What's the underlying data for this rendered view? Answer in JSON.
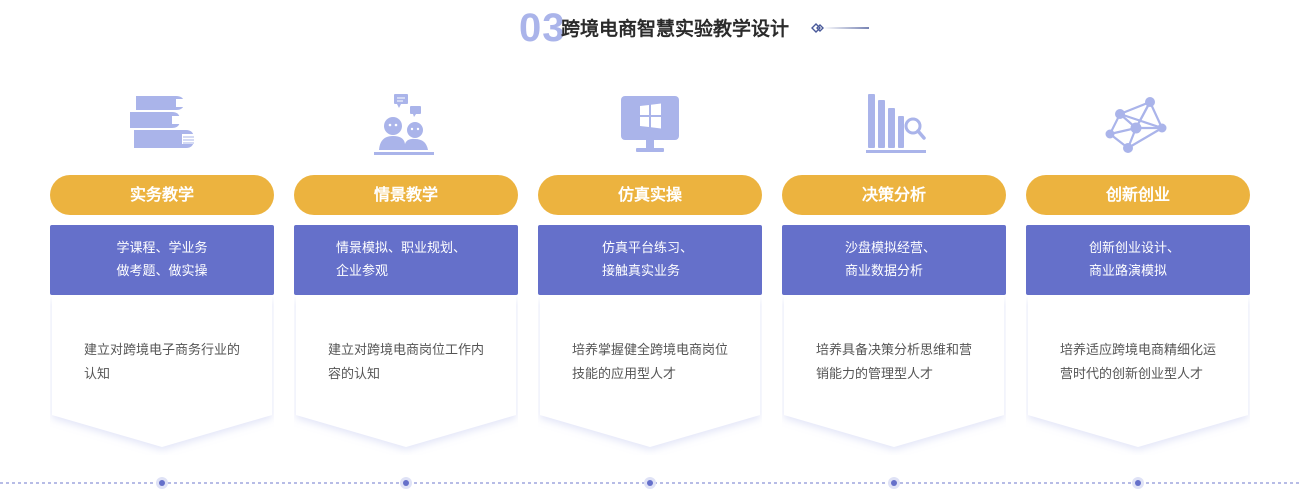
{
  "section": {
    "number": "03",
    "title": "跨境电商智慧实验教学设计"
  },
  "colors": {
    "accent_yellow": "#ecb33f",
    "accent_blue": "#6570ca",
    "icon_blue": "#aab4ea",
    "timeline": "#6570ca"
  },
  "columns": [
    {
      "icon": "books-icon",
      "title": "实务教学",
      "skills": [
        "学课程、学业务",
        "做考题、做实操"
      ],
      "desc": "建立对跨境电子商务行业的认知"
    },
    {
      "icon": "people-chat-icon",
      "title": "情景教学",
      "skills": [
        "情景模拟、职业规划、",
        "企业参观"
      ],
      "desc": "建立对跨境电商岗位工作内容的认知"
    },
    {
      "icon": "monitor-windows-icon",
      "title": "仿真实操",
      "skills": [
        "仿真平台练习、",
        "接触真实业务"
      ],
      "desc": "培养掌握健全跨境电商岗位技能的应用型人才"
    },
    {
      "icon": "bar-chart-search-icon",
      "title": "决策分析",
      "skills": [
        "沙盘模拟经营、",
        "商业数据分析"
      ],
      "desc": "培养具备决策分析思维和营销能力的管理型人才"
    },
    {
      "icon": "network-nodes-icon",
      "title": "创新创业",
      "skills": [
        "创新创业设计、",
        "商业路演模拟"
      ],
      "desc": "培养适应跨境电商精细化运营时代的创新创业型人才"
    }
  ]
}
